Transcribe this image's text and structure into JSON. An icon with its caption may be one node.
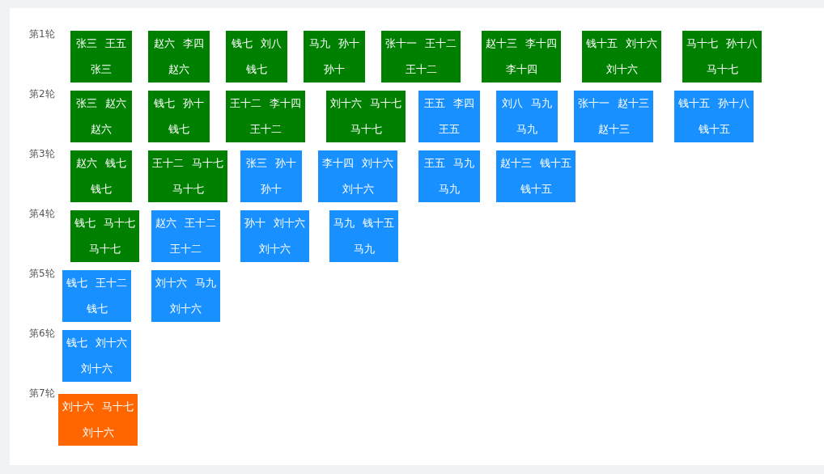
{
  "diagram": {
    "nodes": [
      {
        "text": [
          "张三 王五",
          "张三"
        ]
      },
      {
        "text": [
          "赵六 李四",
          "赵六"
        ]
      },
      {
        "text": [
          "钱七 刘八",
          "钱七"
        ]
      },
      {
        "text": [
          "马九 孙十",
          "孙十"
        ]
      },
      {
        "text": [
          "张十一 王十二",
          "王十二"
        ]
      },
      {
        "text": [
          "赵十三 李十四",
          "李十四"
        ]
      },
      {
        "text": [
          "钱十五 刘十六",
          "刘十六"
        ]
      },
      {
        "text": [
          "马十七 孙十八",
          "马十七"
        ]
      },
      {
        "text": [
          "张三 赵六",
          "赵六"
        ]
      },
      {
        "text": [
          "钱七 孙十",
          "钱七"
        ]
      },
      {
        "text": [
          "王十二 李十四",
          "王十二"
        ]
      },
      {
        "text": [
          "刘十六 马十七",
          "马十七"
        ]
      },
      {
        "text": [
          "王五 李四",
          "王五"
        ]
      },
      {
        "text": [
          "刘八 马九",
          "马九"
        ]
      },
      {
        "text": [
          "张十一 赵十三",
          "赵十三"
        ]
      },
      {
        "text": [
          "钱十五 孙十八",
          "钱十五"
        ]
      },
      {
        "text": [
          "赵六 钱七",
          "钱七"
        ]
      },
      {
        "text": [
          "王十二 马十七",
          "马十七"
        ]
      },
      {
        "text": [
          "张三 孙十",
          "孙十"
        ]
      },
      {
        "text": [
          "李十四 刘十六",
          "刘十六"
        ]
      },
      {
        "text": [
          "王五 马九",
          "马九"
        ]
      },
      {
        "text": [
          "赵十三 钱十五",
          "钱十五"
        ]
      },
      {
        "text": [
          "钱七 马十七",
          "马十七"
        ]
      },
      {
        "text": [
          "赵六 王十二",
          "王十二"
        ]
      },
      {
        "text": [
          "孙十 刘十六",
          "刘十六"
        ]
      },
      {
        "text": [
          "马九 钱十五",
          "马九"
        ]
      },
      {
        "text": [
          "钱七 王十二",
          "钱七"
        ]
      },
      {
        "text": [
          "刘十六 马九",
          "刘十六"
        ]
      },
      {
        "text": [
          "钱七 刘十六",
          "刘十六"
        ]
      },
      {
        "text": [
          "刘十六 马十七",
          "刘十六"
        ]
      }
    ],
    "labels": [
      "第1轮",
      "第2轮",
      "第3轮",
      "第4轮",
      "第5轮",
      "第6轮",
      "第7轮"
    ]
  }
}
